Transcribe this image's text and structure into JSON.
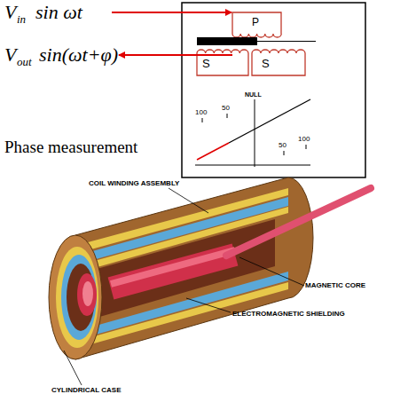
{
  "diagram": {
    "labels": [
      "V",
      "in",
      "sin ωt",
      "P",
      "V",
      "out",
      "sin(ωt+φ)",
      "S",
      "S",
      "Phase measurement",
      "NULL",
      "100",
      "50",
      "50",
      "100",
      "COIL WINDING ASSEMBLY",
      "MAGNETIC CORE",
      "ELECTROMAGNETIC SHIELDING",
      "CYLINDRICAL CASE"
    ]
  }
}
